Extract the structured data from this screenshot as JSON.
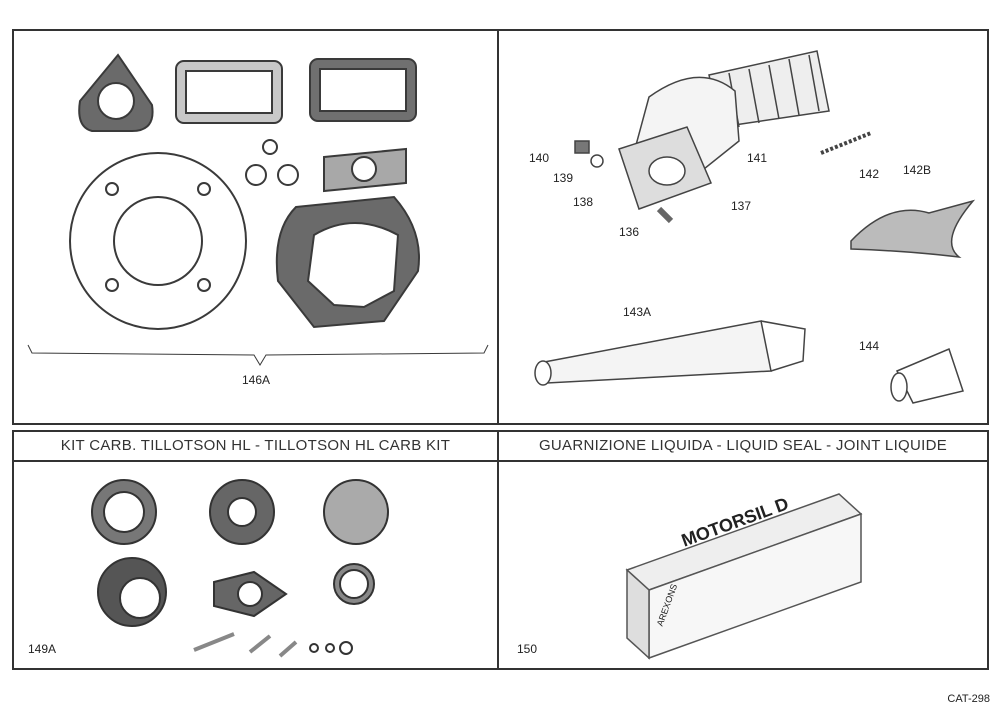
{
  "panels": {
    "gasket_kit": {
      "ref": "146A"
    },
    "exhaust": {
      "refs": [
        "140",
        "139",
        "138",
        "136",
        "137",
        "141",
        "142",
        "142B",
        "143A",
        "144"
      ]
    },
    "carb_kit": {
      "title": "KIT CARB. TILLOTSON HL - TILLOTSON HL  CARB KIT",
      "ref": "149A"
    },
    "liquid_seal": {
      "title": "GUARNIZIONE LIQUIDA - LIQUID SEAL - JOINT LIQUIDE",
      "ref": "150",
      "product": "MOTORSIL D",
      "brand": "AREXONS"
    }
  },
  "catalog_code": "CAT-298"
}
